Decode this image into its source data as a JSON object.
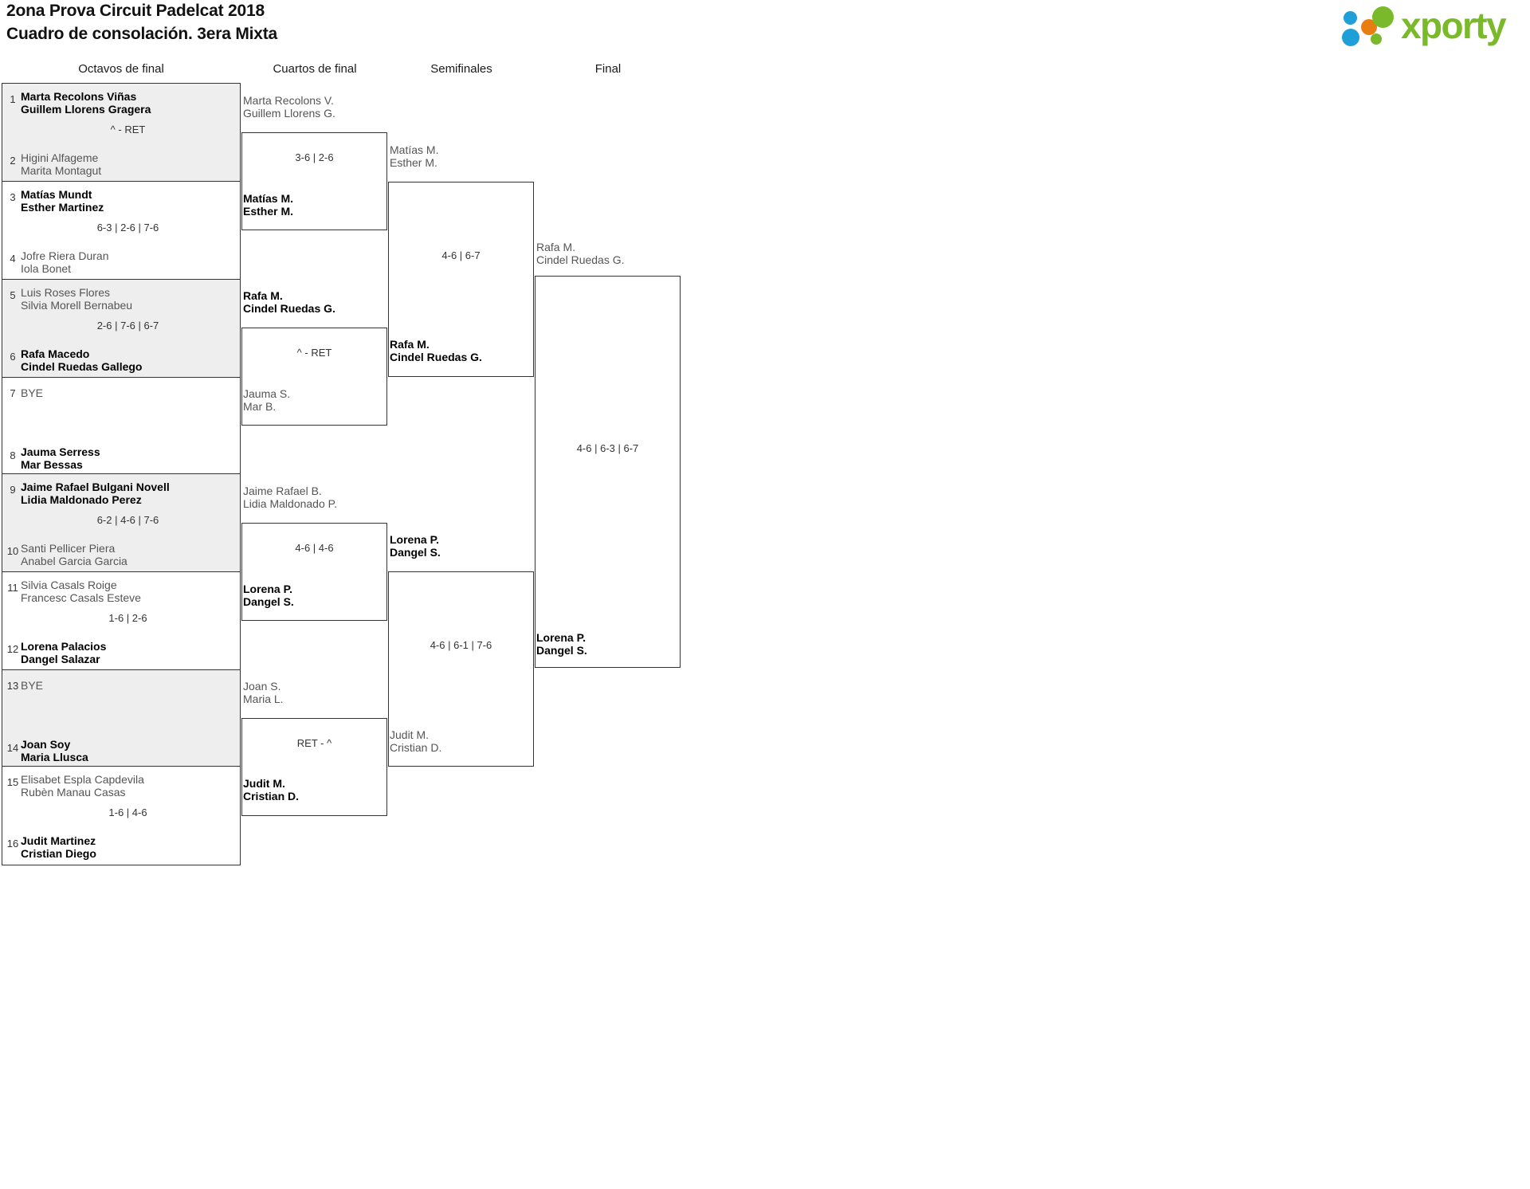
{
  "header": {
    "title_line1": "2ona Prova Circuit Padelcat 2018",
    "title_line2": "Cuadro de consolación. 3era Mixta",
    "logo_text": "xporty",
    "logo_colors": {
      "green": "#7ab929",
      "orange": "#e87d12",
      "blue": "#1f9fd8"
    }
  },
  "rounds": [
    {
      "id": "octavos",
      "label": "Octavos de final"
    },
    {
      "id": "cuartos",
      "label": "Cuartos de final"
    },
    {
      "id": "semis",
      "label": "Semifinales"
    },
    {
      "id": "final",
      "label": "Final"
    }
  ],
  "round1": [
    {
      "seed_top": "1",
      "top_line1": "Marta Recolons Viñas",
      "top_line2": "Guillem Llorens Gragera",
      "top_result": "win",
      "score": "^ - RET",
      "seed_bot": "2",
      "bot_line1": "Higini Alfageme",
      "bot_line2": "Marita Montagut",
      "bot_result": "lose",
      "shaded": true,
      "bye": false
    },
    {
      "seed_top": "3",
      "top_line1": "Matías Mundt",
      "top_line2": "Esther Martinez",
      "top_result": "win",
      "score": "6-3 | 2-6 | 7-6",
      "seed_bot": "4",
      "bot_line1": "Jofre Riera Duran",
      "bot_line2": "Iola Bonet",
      "bot_result": "lose",
      "shaded": false,
      "bye": false
    },
    {
      "seed_top": "5",
      "top_line1": "Luis Roses Flores",
      "top_line2": "Silvia Morell Bernabeu",
      "top_result": "lose",
      "score": "2-6 | 7-6 | 6-7",
      "seed_bot": "6",
      "bot_line1": "Rafa Macedo",
      "bot_line2": "Cindel Ruedas Gallego",
      "bot_result": "win",
      "shaded": true,
      "bye": false
    },
    {
      "seed_top": "7",
      "top_line1": "BYE",
      "top_line2": "",
      "top_result": "lose",
      "score": "",
      "seed_bot": "8",
      "bot_line1": "Jauma Serress",
      "bot_line2": "Mar Bessas",
      "bot_result": "win",
      "shaded": false,
      "bye": true
    },
    {
      "seed_top": "9",
      "top_line1": "Jaime Rafael Bulgani Novell",
      "top_line2": "Lidia Maldonado Perez",
      "top_result": "win",
      "score": "6-2 | 4-6 | 7-6",
      "seed_bot": "10",
      "bot_line1": "Santi Pellicer Piera",
      "bot_line2": "Anabel Garcia Garcia",
      "bot_result": "lose",
      "shaded": true,
      "bye": false
    },
    {
      "seed_top": "11",
      "top_line1": "Silvia Casals Roige",
      "top_line2": "Francesc Casals Esteve",
      "top_result": "lose",
      "score": "1-6 | 2-6",
      "seed_bot": "12",
      "bot_line1": "Lorena Palacios",
      "bot_line2": "Dangel Salazar",
      "bot_result": "win",
      "shaded": false,
      "bye": false
    },
    {
      "seed_top": "13",
      "top_line1": "BYE",
      "top_line2": "",
      "top_result": "lose",
      "score": "",
      "seed_bot": "14",
      "bot_line1": "Joan Soy",
      "bot_line2": "Maria Llusca",
      "bot_result": "win",
      "shaded": true,
      "bye": true
    },
    {
      "seed_top": "15",
      "top_line1": "Elisabet Espla Capdevila",
      "top_line2": "Rubèn Manau Casas",
      "top_result": "lose",
      "score": "1-6 | 4-6",
      "seed_bot": "16",
      "bot_line1": "Judit Martinez",
      "bot_line2": "Cristian Diego",
      "bot_result": "win",
      "shaded": false,
      "bye": false
    }
  ],
  "round2": [
    {
      "top_line1": "Marta Recolons V.",
      "top_line2": "Guillem Llorens G.",
      "top_result": "lose",
      "score": "3-6 | 2-6",
      "bot_line1": "Matías M.",
      "bot_line2": "Esther M.",
      "bot_result": "win"
    },
    {
      "top_line1": "Rafa M.",
      "top_line2": "Cindel Ruedas G.",
      "top_result": "win",
      "score": "^ - RET",
      "bot_line1": "Jauma S.",
      "bot_line2": "Mar B.",
      "bot_result": "lose"
    },
    {
      "top_line1": "Jaime Rafael B.",
      "top_line2": "Lidia Maldonado P.",
      "top_result": "lose",
      "score": "4-6 | 4-6",
      "bot_line1": "Lorena P.",
      "bot_line2": "Dangel S.",
      "bot_result": "win"
    },
    {
      "top_line1": "Joan S.",
      "top_line2": "Maria L.",
      "top_result": "lose",
      "score": "RET - ^",
      "bot_line1": "Judit M.",
      "bot_line2": "Cristian D.",
      "bot_result": "win"
    }
  ],
  "round3": [
    {
      "top_line1": "Matías M.",
      "top_line2": "Esther M.",
      "top_result": "lose",
      "score": "4-6 | 6-7",
      "bot_line1": "Rafa M.",
      "bot_line2": "Cindel Ruedas G.",
      "bot_result": "win"
    },
    {
      "top_line1": "Lorena P.",
      "top_line2": "Dangel S.",
      "top_result": "win",
      "score": "4-6 | 6-1 | 7-6",
      "bot_line1": "Judit M.",
      "bot_line2": "Cristian D.",
      "bot_result": "lose"
    }
  ],
  "round4": [
    {
      "top_line1": "Rafa M.",
      "top_line2": "Cindel Ruedas G.",
      "top_result": "lose",
      "score": "4-6 | 6-3 | 6-7",
      "bot_line1": "Lorena P.",
      "bot_line2": "Dangel S.",
      "bot_result": "win"
    }
  ]
}
